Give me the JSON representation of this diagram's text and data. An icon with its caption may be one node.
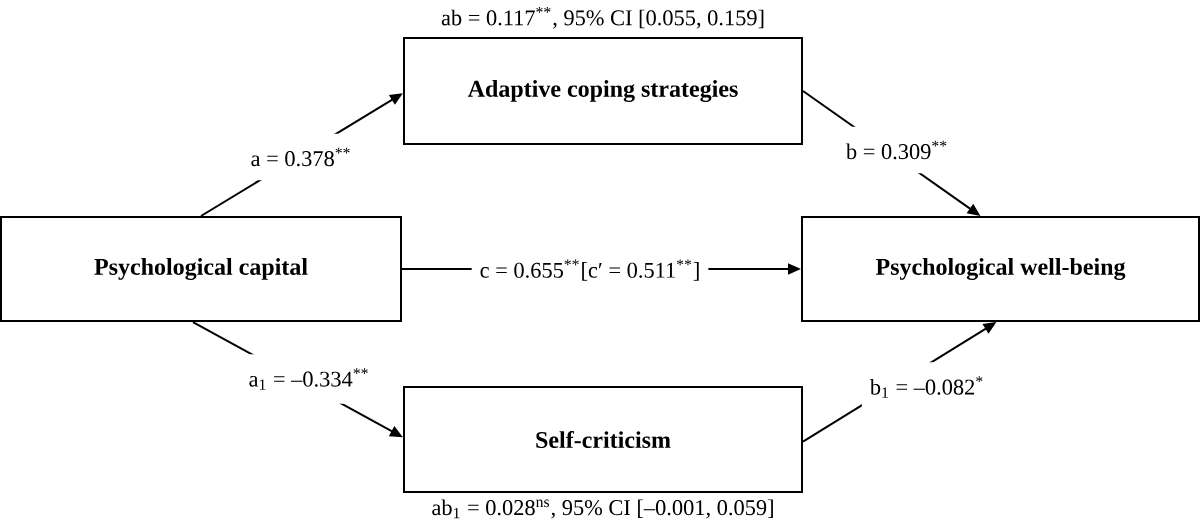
{
  "diagram": {
    "nodes": [
      {
        "text": [
          "Adaptive coping strategies"
        ],
        "beside": [
          "ab = 0.117$^{**}$, 95% CI [0.055, 0.159]"
        ]
      },
      {
        "text": [
          "Psychological capital"
        ]
      },
      {
        "text": [
          "Psychological well-being"
        ]
      },
      {
        "text": [
          "Self-criticism"
        ],
        "beside": [
          "ab$_{1}$ = 0.028$^{ns}$, 95% CI [–0.001, 0.059]"
        ]
      }
    ],
    "edges": [
      {
        "from": 1,
        "to": 0,
        "arrow": "to",
        "label": "a = 0.378$^{**}$"
      },
      {
        "from": 0,
        "to": 2,
        "arrow": "to",
        "label": "b = 0.309$^{**}$"
      },
      {
        "from": 1,
        "to": 2,
        "arrow": "to",
        "label": "c = 0.655$^{**}$[c′ = 0.511$^{**}$]"
      },
      {
        "from": 1,
        "to": 3,
        "arrow": "to",
        "label": "a$_{1}$ = –0.334$^{**}$"
      },
      {
        "from": 3,
        "to": 2,
        "arrow": "to",
        "label": "b$_{1}$ = –0.082$^{*}$"
      }
    ]
  }
}
